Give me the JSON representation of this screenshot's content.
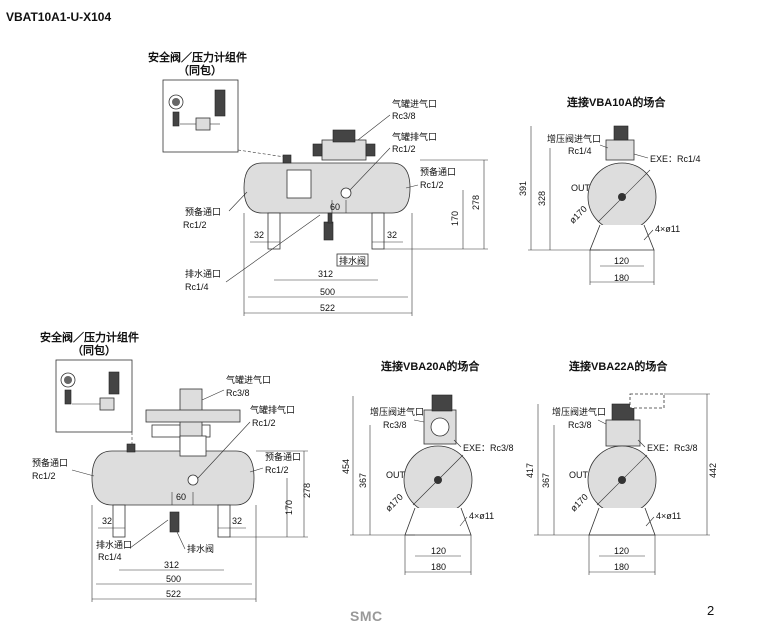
{
  "page_title": "VBAT10A1-U-X104",
  "page_number": "2",
  "logo_text": "SMC",
  "top_left": {
    "kit_title": "安全阀／压力计组件",
    "kit_sub": "（同包）",
    "tank_in_label": "气罐进气口",
    "tank_in_size": "Rc3/8",
    "tank_out_label": "气罐排气口",
    "tank_out_size": "Rc1/2",
    "spare_r_label": "预备通口",
    "spare_r_size": "Rc1/2",
    "spare_l_label": "预备通口",
    "spare_l_size": "Rc1/2",
    "drain_port_label": "排水通口",
    "drain_port_size": "Rc1/4",
    "drain_valve": "排水阀",
    "dims": {
      "d60": "60",
      "d32a": "32",
      "d32b": "32",
      "d312": "312",
      "d500": "500",
      "d522": "522",
      "d278": "278",
      "d170": "170"
    }
  },
  "top_right": {
    "title": "连接VBA10A的场合",
    "boost_in_label": "增压阀进气口",
    "boost_in_size": "Rc1/4",
    "exe": "EXE：Rc1/4",
    "out": "OUT",
    "dia": "ø170",
    "holes": "4×ø11",
    "dims": {
      "h391": "391",
      "h328": "328",
      "w120": "120",
      "w180": "180"
    }
  },
  "bottom_left": {
    "kit_title": "安全阀／压力计组件",
    "kit_sub": "（同包）",
    "tank_in_label": "气罐进气口",
    "tank_in_size": "Rc3/8",
    "tank_out_label": "气罐排气口",
    "tank_out_size": "Rc1/2",
    "spare_r_label": "预备通口",
    "spare_r_size": "Rc1/2",
    "spare_l_label": "预备通口",
    "spare_l_size": "Rc1/2",
    "drain_port_label": "排水通口",
    "drain_port_size": "Rc1/4",
    "drain_valve": "排水阀",
    "dims": {
      "d60": "60",
      "d32a": "32",
      "d32b": "32",
      "d312": "312",
      "d500": "500",
      "d522": "522",
      "d278": "278",
      "d170": "170"
    }
  },
  "bottom_mid": {
    "title": "连接VBA20A的场合",
    "boost_in_label": "增压阀进气口",
    "boost_in_size": "Rc3/8",
    "exe": "EXE：Rc3/8",
    "out": "OUT",
    "dia": "ø170",
    "holes": "4×ø11",
    "dims": {
      "h454": "454",
      "h367": "367",
      "w120": "120",
      "w180": "180"
    }
  },
  "bottom_right": {
    "title": "连接VBA22A的场合",
    "boost_in_label": "增压阀进气口",
    "boost_in_size": "Rc3/8",
    "exe": "EXE：Rc3/8",
    "out": "OUT",
    "dia": "ø170",
    "holes": "4×ø11",
    "dims": {
      "h417": "417",
      "h367": "367",
      "h442": "442",
      "w120": "120",
      "w180": "180"
    }
  }
}
